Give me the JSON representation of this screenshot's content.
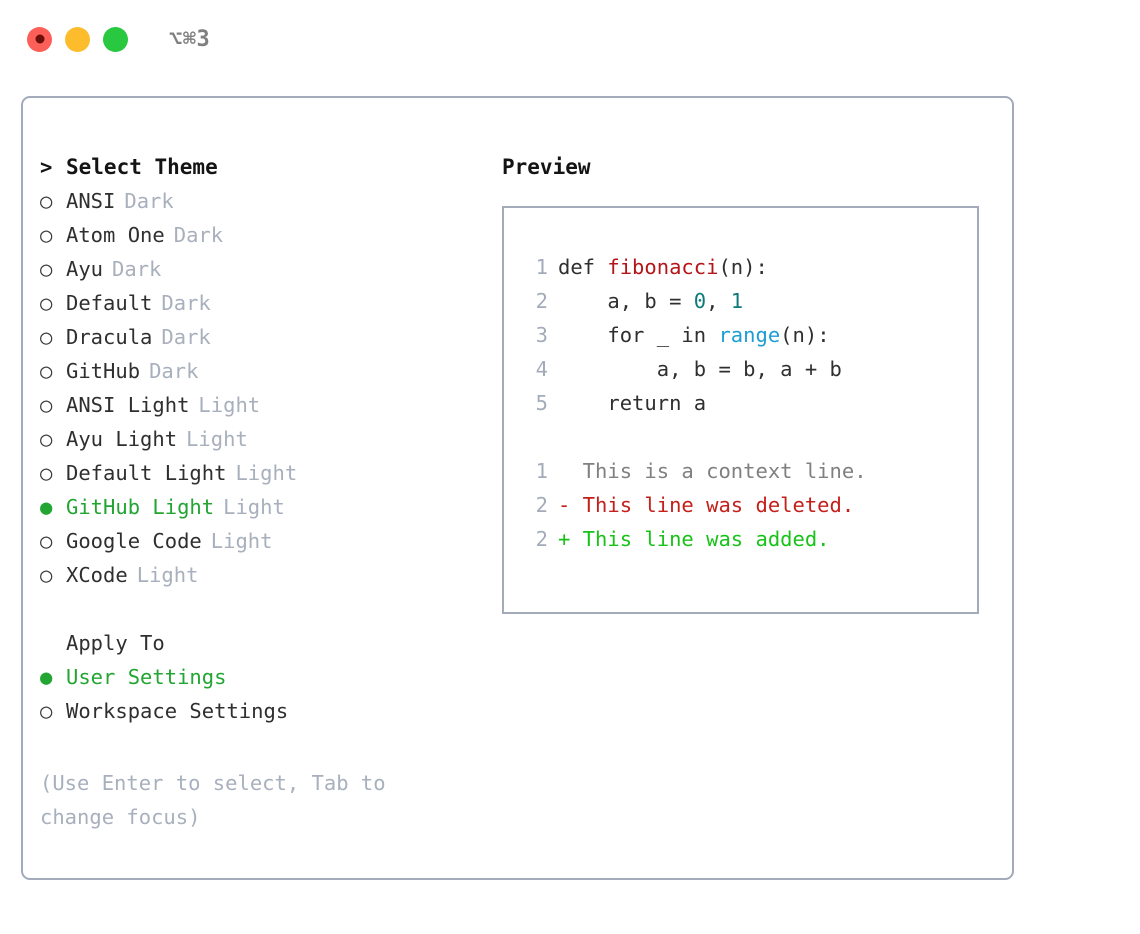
{
  "window": {
    "title": "⌥⌘3",
    "traffic_lights": [
      {
        "name": "close-button",
        "color": "#fb5f57",
        "recording": true
      },
      {
        "name": "minimize-button",
        "color": "#fdbc2c",
        "recording": false
      },
      {
        "name": "maximize-button",
        "color": "#28c840",
        "recording": false
      }
    ]
  },
  "colors": {
    "accent_green": "#22a532",
    "muted": "#a8b0bd",
    "border": "#a3abba",
    "text": "#2f2f2f",
    "fn_red": "#b3151a",
    "num_teal": "#0d7a7a",
    "builtin_blue": "#1c9ed4",
    "diff_del": "#c4201b",
    "diff_add": "#19c219",
    "diff_ctx": "#808080"
  },
  "theme_list": {
    "header_marker": ">",
    "header_label": "Select Theme",
    "items": [
      {
        "marker": "○",
        "label": "ANSI",
        "tag": "Dark",
        "selected": false
      },
      {
        "marker": "○",
        "label": "Atom One",
        "tag": "Dark",
        "selected": false
      },
      {
        "marker": "○",
        "label": "Ayu",
        "tag": "Dark",
        "selected": false
      },
      {
        "marker": "○",
        "label": "Default",
        "tag": "Dark",
        "selected": false
      },
      {
        "marker": "○",
        "label": "Dracula",
        "tag": "Dark",
        "selected": false
      },
      {
        "marker": "○",
        "label": "GitHub",
        "tag": "Dark",
        "selected": false
      },
      {
        "marker": "○",
        "label": "ANSI Light",
        "tag": "Light",
        "selected": false
      },
      {
        "marker": "○",
        "label": "Ayu Light",
        "tag": "Light",
        "selected": false
      },
      {
        "marker": "○",
        "label": "Default Light",
        "tag": "Light",
        "selected": false
      },
      {
        "marker": "●",
        "label": "GitHub Light",
        "tag": "Light",
        "selected": true
      },
      {
        "marker": "○",
        "label": "Google Code",
        "tag": "Light",
        "selected": false
      },
      {
        "marker": "○",
        "label": "XCode",
        "tag": "Light",
        "selected": false
      }
    ]
  },
  "apply_to": {
    "header_label": "Apply To",
    "items": [
      {
        "marker": "●",
        "label": "User Settings",
        "selected": true
      },
      {
        "marker": "○",
        "label": "Workspace Settings",
        "selected": false
      }
    ]
  },
  "hint": "(Use Enter to select, Tab to change focus)",
  "preview": {
    "title": "Preview",
    "code_lines": [
      {
        "no": "1",
        "tokens": [
          {
            "t": "def ",
            "k": "def"
          },
          {
            "t": "fibonacci",
            "k": "fn"
          },
          {
            "t": "(n):",
            "k": "plain"
          }
        ]
      },
      {
        "no": "2",
        "tokens": [
          {
            "t": "    a, b = ",
            "k": "plain"
          },
          {
            "t": "0",
            "k": "num"
          },
          {
            "t": ", ",
            "k": "plain"
          },
          {
            "t": "1",
            "k": "num"
          }
        ]
      },
      {
        "no": "3",
        "tokens": [
          {
            "t": "    for _ in ",
            "k": "plain"
          },
          {
            "t": "range",
            "k": "builtin"
          },
          {
            "t": "(n):",
            "k": "plain"
          }
        ]
      },
      {
        "no": "4",
        "tokens": [
          {
            "t": "        a, b = b, a + b",
            "k": "plain"
          }
        ]
      },
      {
        "no": "5",
        "tokens": [
          {
            "t": "    return a",
            "k": "plain"
          }
        ]
      }
    ],
    "diff_lines": [
      {
        "no": "1",
        "sign": " ",
        "text": " This is a context line.",
        "kind": "ctx"
      },
      {
        "no": "2",
        "sign": "-",
        "text": " This line was deleted.",
        "kind": "del"
      },
      {
        "no": "2",
        "sign": "+",
        "text": " This line was added.",
        "kind": "add"
      }
    ]
  }
}
